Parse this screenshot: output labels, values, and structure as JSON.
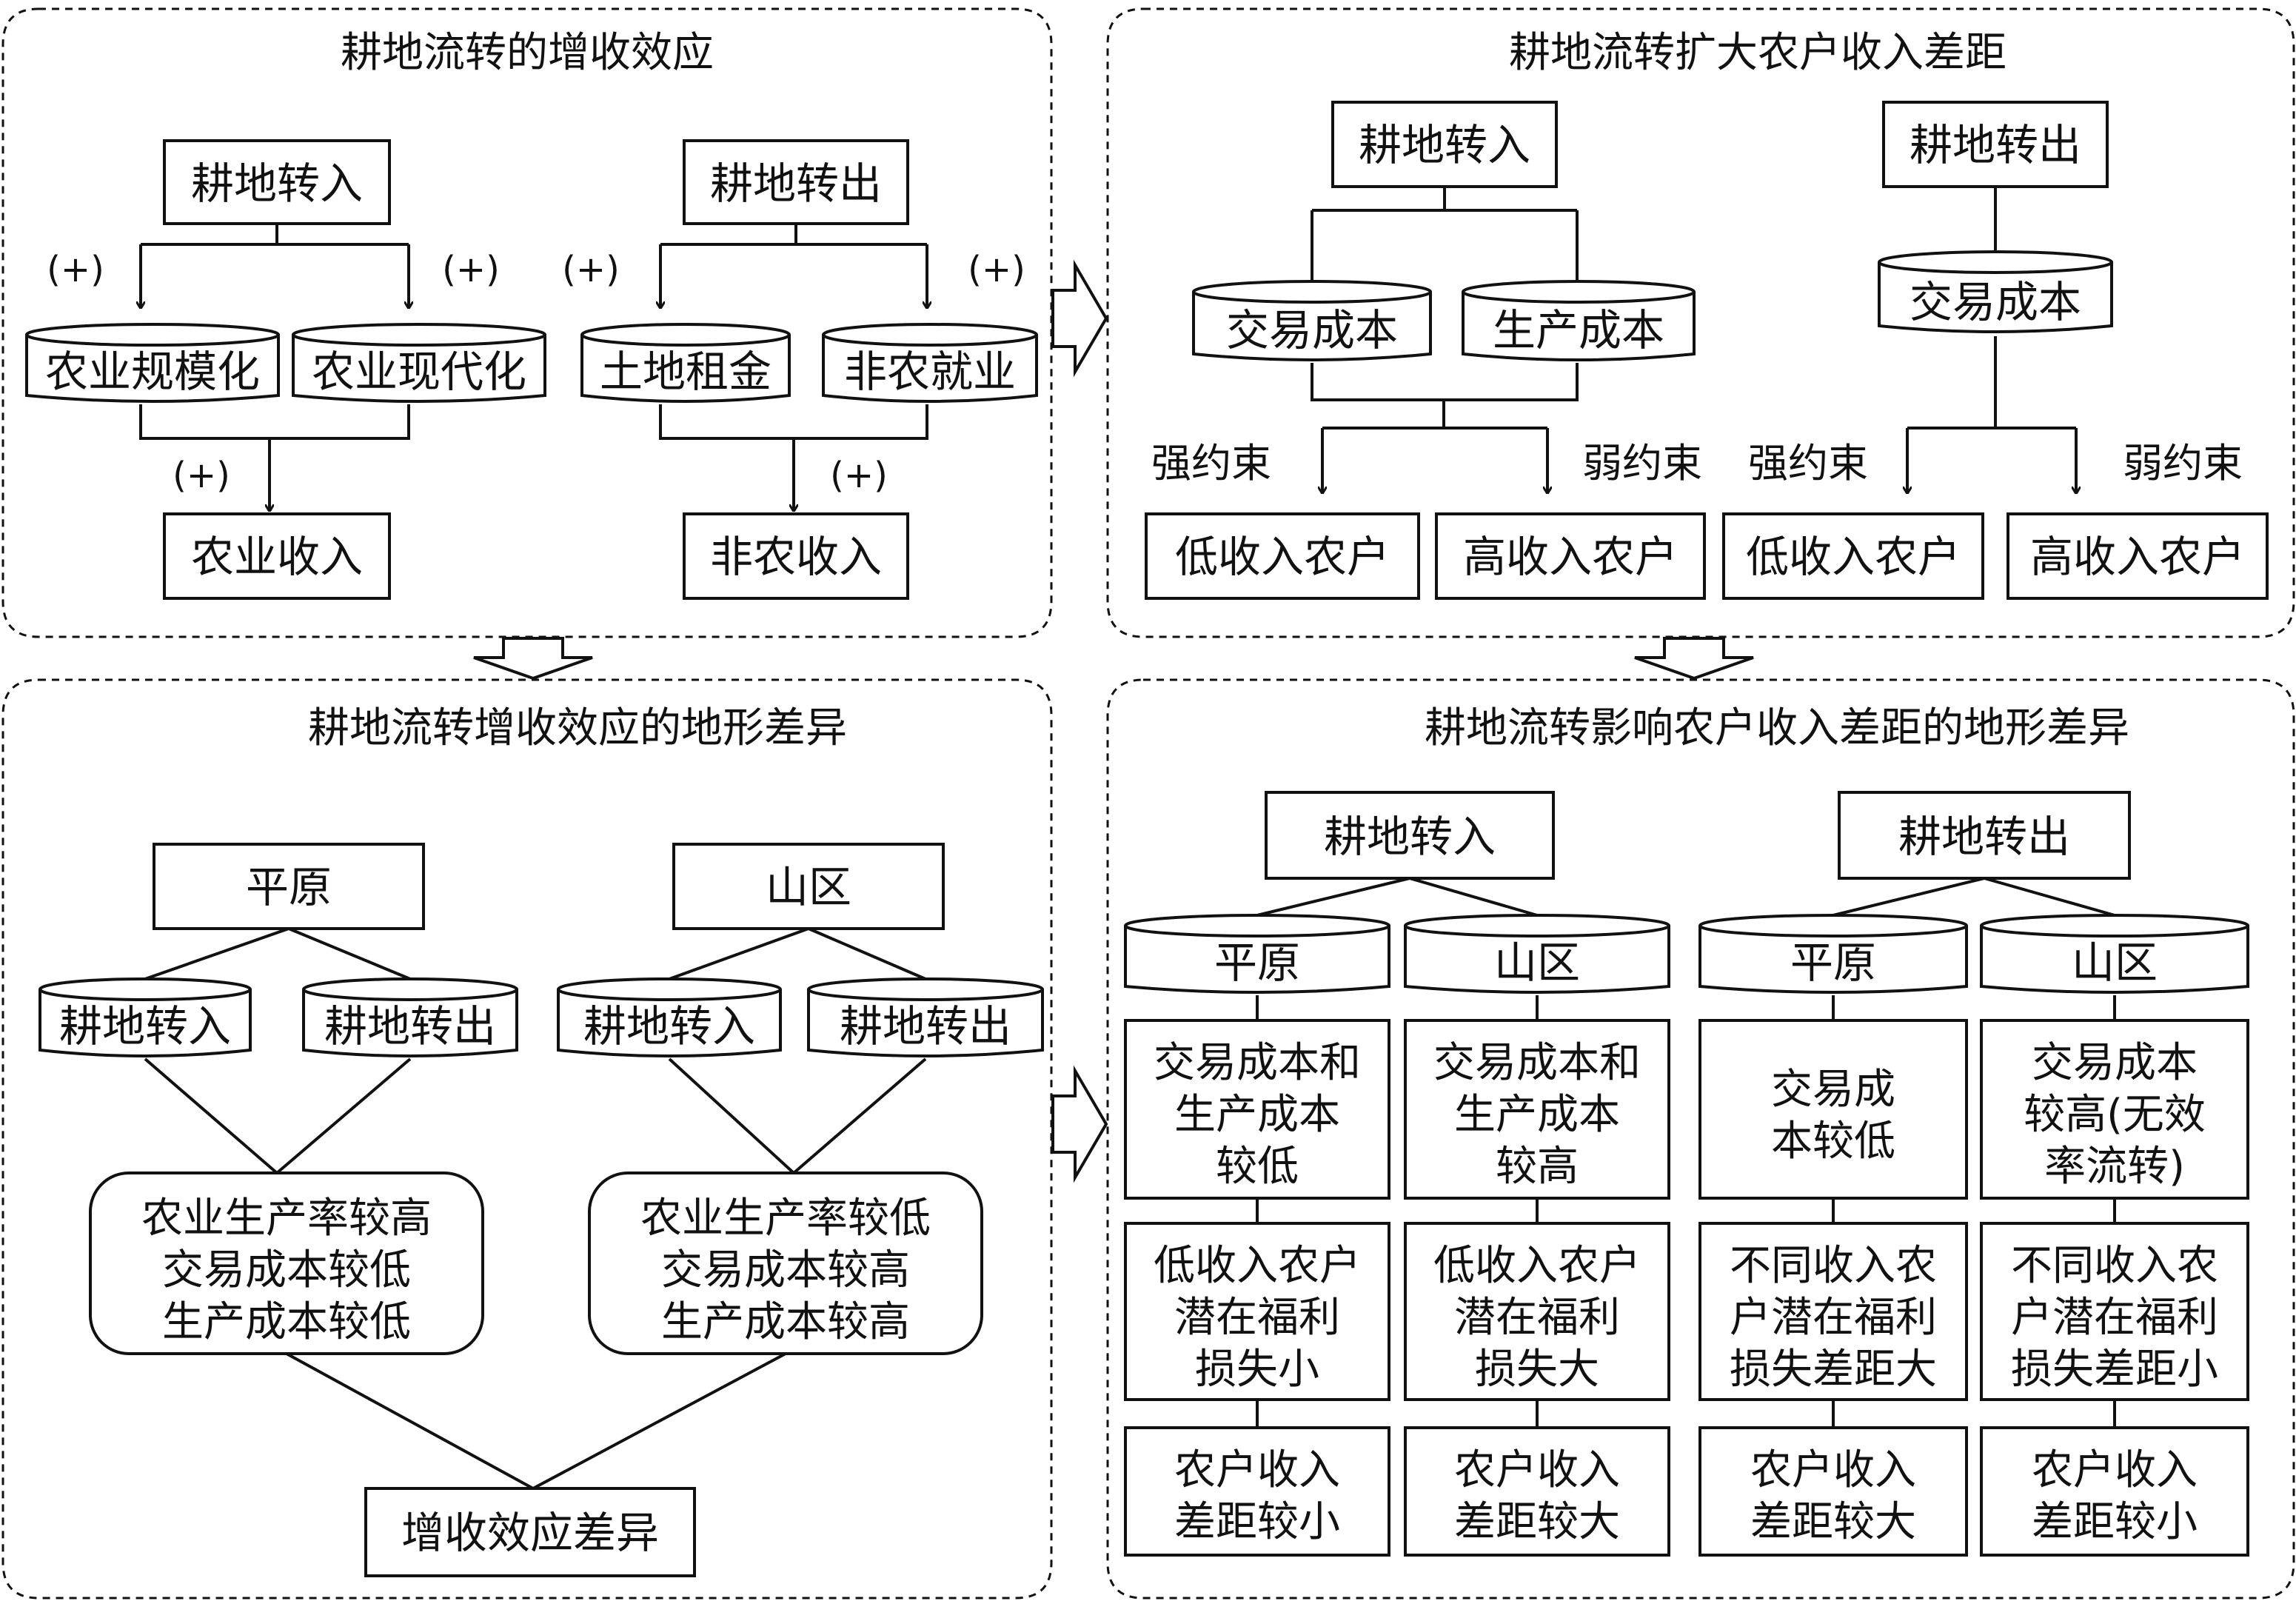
{
  "panels": {
    "tl": {
      "title": "耕地流转的增收效应",
      "in_box": "耕地转入",
      "out_box": "耕地转出",
      "cyl1": "农业规模化",
      "cyl2": "农业现代化",
      "cyl3": "土地租金",
      "cyl4": "非农就业",
      "agri_income": "农业收入",
      "nonagri_income": "非农收入",
      "plus": "(+)"
    },
    "tr": {
      "title": "耕地流转扩大农户收入差距",
      "in_box": "耕地转入",
      "out_box": "耕地转出",
      "cyl_tc": "交易成本",
      "cyl_pc": "生产成本",
      "cyl_tc2": "交易成本",
      "strong": "强约束",
      "weak": "弱约束",
      "low": "低收入农户",
      "high": "高收入农户"
    },
    "bl": {
      "title": "耕地流转增收效应的地形差异",
      "plain": "平原",
      "mountain": "山区",
      "in_cyl": "耕地转入",
      "out_cyl": "耕地转出",
      "plain_lines": [
        "农业生产率较高",
        "交易成本较低",
        "生产成本较低"
      ],
      "mount_lines": [
        "农业生产率较低",
        "交易成本较高",
        "生产成本较高"
      ],
      "result": "增收效应差异"
    },
    "br": {
      "title": "耕地流转影响农户收入差距的地形差异",
      "in_box": "耕地转入",
      "out_box": "耕地转出",
      "plain": "平原",
      "mountain": "山区",
      "c1_cost": [
        "交易成本和",
        "生产成本",
        "较低"
      ],
      "c2_cost": [
        "交易成本和",
        "生产成本",
        "较高"
      ],
      "c3_cost": [
        "交易成",
        "本较低"
      ],
      "c4_cost": [
        "交易成本",
        "较高(无效",
        "率流转)"
      ],
      "c1_loss": [
        "低收入农户",
        "潜在福利",
        "损失小"
      ],
      "c2_loss": [
        "低收入农户",
        "潜在福利",
        "损失大"
      ],
      "c3_loss": [
        "不同收入农",
        "户潜在福利",
        "损失差距大"
      ],
      "c4_loss": [
        "不同收入农",
        "户潜在福利",
        "损失差距小"
      ],
      "c1_gap": [
        "农户收入",
        "差距较小"
      ],
      "c2_gap": [
        "农户收入",
        "差距较大"
      ],
      "c3_gap": [
        "农户收入",
        "差距较大"
      ],
      "c4_gap": [
        "农户收入",
        "差距较小"
      ]
    }
  }
}
